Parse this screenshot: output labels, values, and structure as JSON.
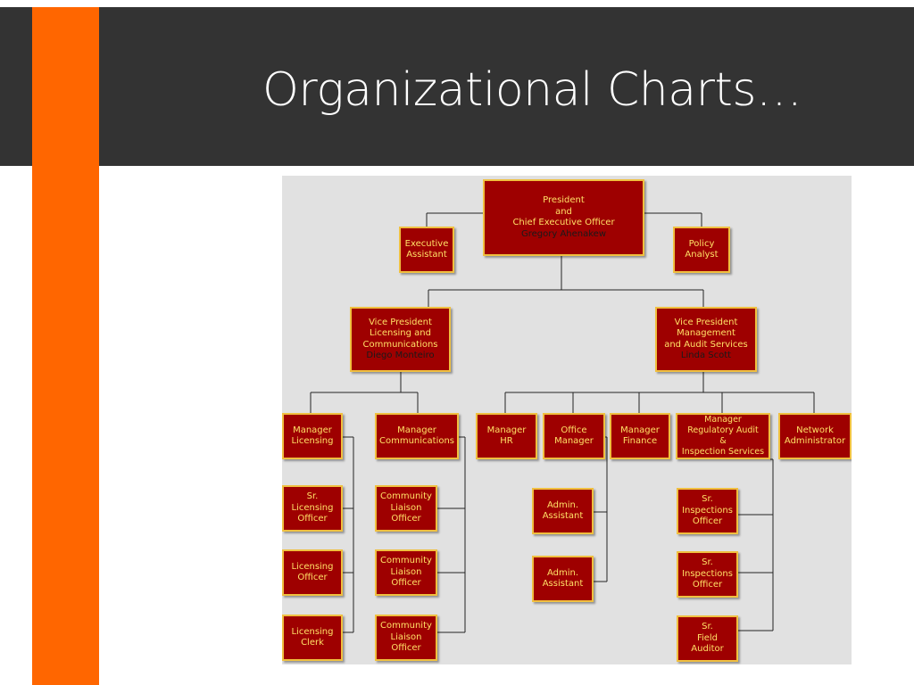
{
  "slide": {
    "title": "Organizational Charts…",
    "colors": {
      "band": "#333333",
      "accent": "#ff6600",
      "box_fill": "#9e0000",
      "box_border": "#f0c040",
      "box_text": "#ffe066"
    }
  },
  "org": {
    "president": {
      "lines": [
        "President",
        "and",
        "Chief Executive Officer"
      ],
      "name": "Gregory Ahenakew"
    },
    "exec_assist": {
      "lines": [
        "Executive",
        "Assistant"
      ]
    },
    "policy": {
      "lines": [
        "Policy",
        "Analyst"
      ]
    },
    "vp_lic": {
      "lines": [
        "Vice President",
        "Licensing and",
        "Communications"
      ],
      "name": "Diego Monteiro"
    },
    "vp_mgmt": {
      "lines": [
        "Vice President",
        "Management",
        "and Audit Services"
      ],
      "name": "Linda Scott"
    },
    "mgr_lic": {
      "lines": [
        "Manager",
        "Licensing"
      ]
    },
    "mgr_comm": {
      "lines": [
        "Manager",
        "Communications"
      ]
    },
    "mgr_hr": {
      "lines": [
        "Manager",
        "HR"
      ]
    },
    "office_mgr": {
      "lines": [
        "Office",
        "Manager"
      ]
    },
    "mgr_fin": {
      "lines": [
        "Manager",
        "Finance"
      ]
    },
    "mgr_reg": {
      "lines": [
        "Manager",
        "Regulatory Audit",
        "&",
        "Inspection Services"
      ]
    },
    "net_admin": {
      "lines": [
        "Network",
        "Administrator"
      ]
    },
    "sr_lic_off": {
      "lines": [
        "Sr.",
        "Licensing",
        "Officer"
      ]
    },
    "lic_off": {
      "lines": [
        "Licensing",
        "Officer"
      ]
    },
    "lic_clerk": {
      "lines": [
        "Licensing",
        "Clerk"
      ]
    },
    "cl_off_1": {
      "lines": [
        "Community",
        "Liaison",
        "Officer"
      ]
    },
    "cl_off_2": {
      "lines": [
        "Community",
        "Liaison",
        "Officer"
      ]
    },
    "cl_off_3": {
      "lines": [
        "Community",
        "Liaison",
        "Officer"
      ]
    },
    "admin_1": {
      "lines": [
        "Admin.",
        "Assistant"
      ]
    },
    "admin_2": {
      "lines": [
        "Admin.",
        "Assistant"
      ]
    },
    "sr_insp_1": {
      "lines": [
        "Sr.",
        "Inspections",
        "Officer"
      ]
    },
    "sr_insp_2": {
      "lines": [
        "Sr.",
        "Inspections",
        "Officer"
      ]
    },
    "sr_field": {
      "lines": [
        "Sr.",
        "Field",
        "Auditor"
      ]
    }
  }
}
